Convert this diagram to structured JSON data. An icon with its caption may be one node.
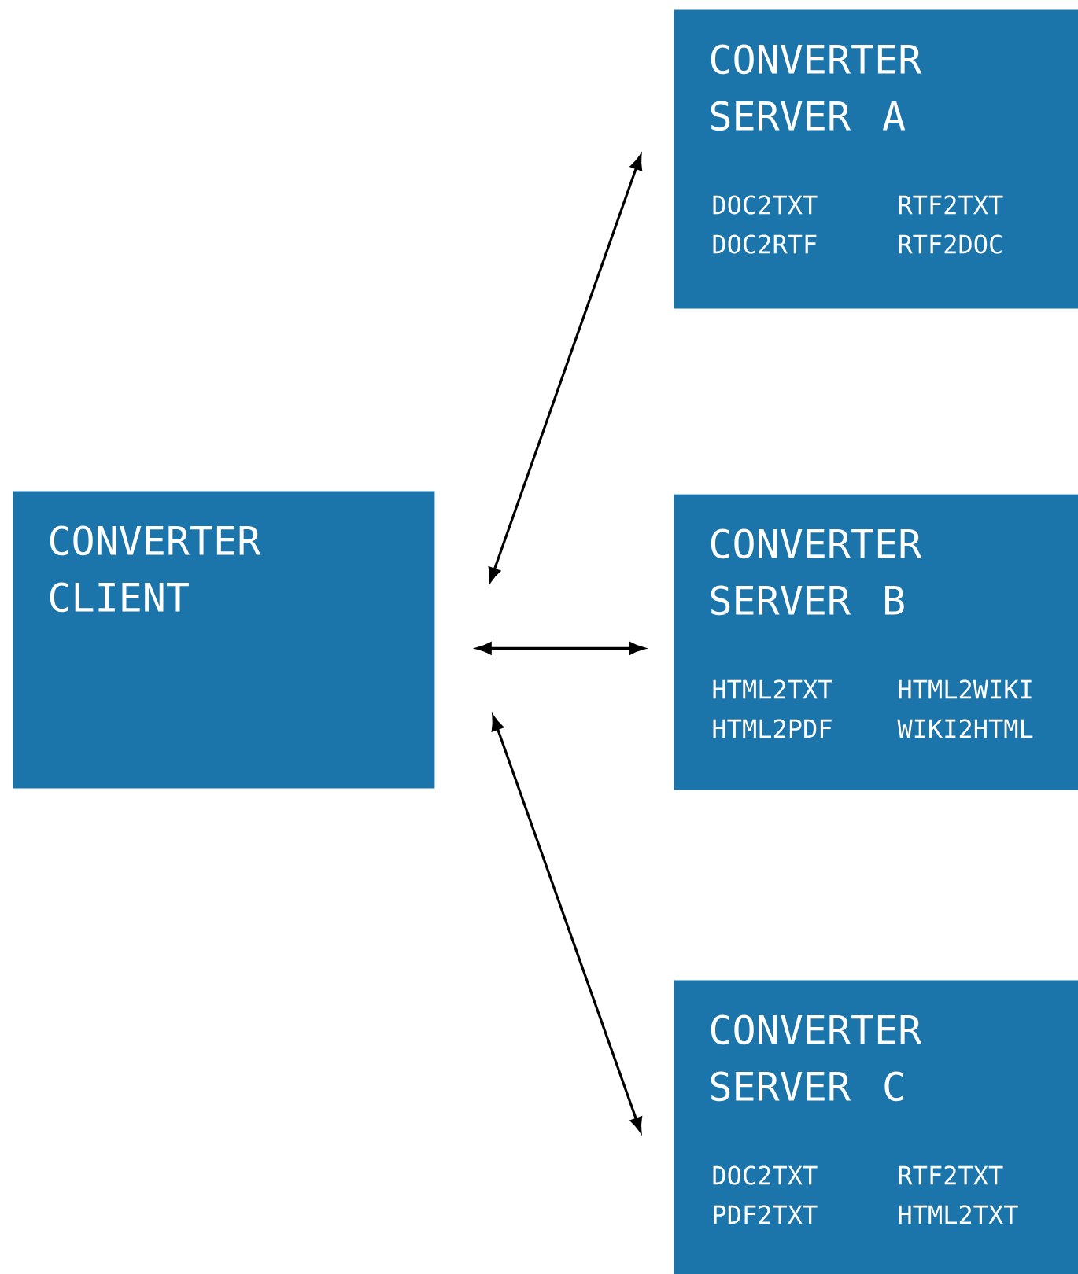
{
  "diagram": {
    "nodes": [
      {
        "text": [
          "CONVERTER CLIENT"
        ]
      },
      {
        "text": [
          "CONVERTER SERVER A",
          "DOC2TXT",
          "RTF2TXT",
          "DOC2RTF",
          "RTF2DOC"
        ]
      },
      {
        "text": [
          "CONVERTER SERVER B",
          "HTML2TXT",
          "HTML2WIKI",
          "HTML2PDF",
          "WIKI2HTML"
        ]
      },
      {
        "text": [
          "CONVERTER SERVER C",
          "DOC2TXT",
          "RTF2TXT",
          "PDF2TXT",
          "HTML2TXT"
        ]
      }
    ],
    "edges": [
      {
        "from": 0,
        "to": 1,
        "arrow": "both"
      },
      {
        "from": 0,
        "to": 2,
        "arrow": "both"
      },
      {
        "from": 0,
        "to": 3,
        "arrow": "both"
      }
    ]
  }
}
